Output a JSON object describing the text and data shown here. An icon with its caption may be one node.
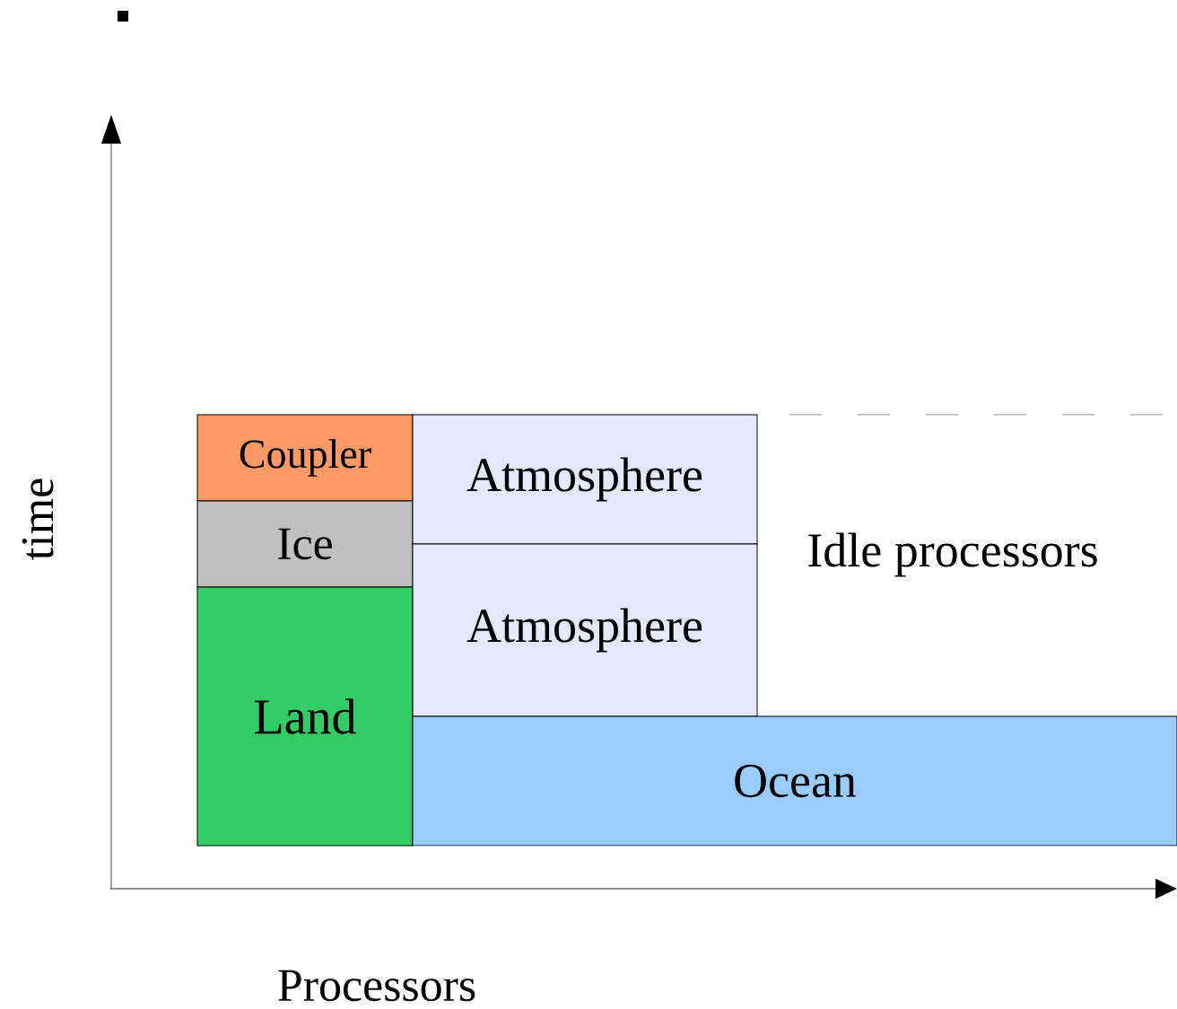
{
  "diagram": {
    "nodes": [
      {
        "text": [
          "Coupler"
        ]
      },
      {
        "text": [
          "Ice"
        ]
      },
      {
        "text": [
          "Land"
        ]
      },
      {
        "text": [
          "Atmosphere"
        ]
      },
      {
        "text": [
          "Atmosphere"
        ]
      },
      {
        "text": [
          "Ocean"
        ]
      }
    ],
    "labels": [
      "Idle processors",
      "time",
      "Processors"
    ]
  }
}
